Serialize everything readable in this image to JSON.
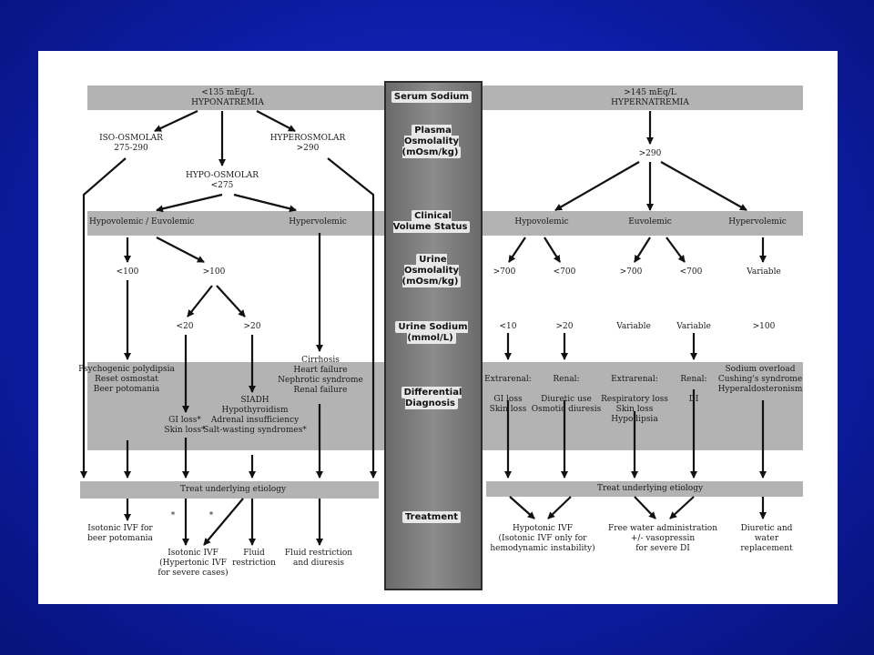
{
  "center": {
    "serum_sodium": "Serum Sodium",
    "plasma_osmolality": "Plasma\nOsmolality\n(mOsm/kg)",
    "clinical_volume": "Clinical\nVolume Status",
    "urine_osmolality": "Urine\nOsmolality\n(mOsm/kg)",
    "urine_sodium": "Urine Sodium\n(mmol/L)",
    "differential": "Differential\nDiagnosis",
    "treatment": "Treatment"
  },
  "left": {
    "hypo_header": "<135 mEq/L\nHYPONATREMIA",
    "iso": "ISO-OSMOLAR\n275-290",
    "hyperos": "HYPEROSMOLAR\n>290",
    "hypoos": "HYPO-OSMOLAR\n<275",
    "hypovol": "Hypovolemic / Euvolemic",
    "hypervol": "Hypervolemic",
    "lt100": "<100",
    "gt100": ">100",
    "lt20": "<20",
    "gt20": ">20",
    "psycho": "Psychogenic polydipsia\nReset osmostat\nBeer potomania",
    "gi_loss": "GI loss*\nSkin loss*",
    "siadh": "SIADH\nHypothyroidism\nAdrenal insufficiency\nSalt-wasting syndromes*",
    "cirrhosis": "Cirrhosis\nHeart failure\nNephrotic syndrome\nRenal failure",
    "treat": "Treat underlying etiology",
    "star1": "*",
    "star2": "*",
    "tx_beer": "Isotonic IVF for\nbeer potomania",
    "tx_iso": "Isotonic IVF\n(Hypertonic IVF\nfor severe cases)",
    "tx_fluid": "Fluid\nrestriction",
    "tx_diur": "Fluid restriction\nand diuresis"
  },
  "right": {
    "hyper_header": ">145 mEq/L\nHYPERNATREMIA",
    "gt290": ">290",
    "hypovol": "Hypovolemic",
    "euvol": "Euvolemic",
    "hypervol": "Hypervolemic",
    "uo_gt700a": ">700",
    "uo_lt700a": "<700",
    "uo_gt700b": ">700",
    "uo_lt700b": "<700",
    "uo_variable": "Variable",
    "na_lt10": "<10",
    "na_gt20": ">20",
    "na_var1": "Variable",
    "na_var2": "Variable",
    "na_gt100": ">100",
    "dd_extra1_h": "Extrarenal:",
    "dd_extra1": "GI loss\nSkin loss",
    "dd_renal1_h": "Renal:",
    "dd_renal1": "Diuretic use\nOsmotic diuresis",
    "dd_extra2_h": "Extrarenal:",
    "dd_extra2": "Respiratory loss\nSkin loss\nHypodipsia",
    "dd_renal2_h": "Renal:",
    "dd_renal2": "DI",
    "dd_sodium": "Sodium overload\nCushing's syndrome\nHyperaldosteronism",
    "treat": "Treat underlying etiology",
    "tx_hypo": "Hypotonic IVF\n(Isotonic IVF only for\nhemodynamic instability)",
    "tx_free": "Free water administration\n+/- vasopressin\nfor severe DI",
    "tx_diur": "Diuretic and\nwater replacement"
  }
}
